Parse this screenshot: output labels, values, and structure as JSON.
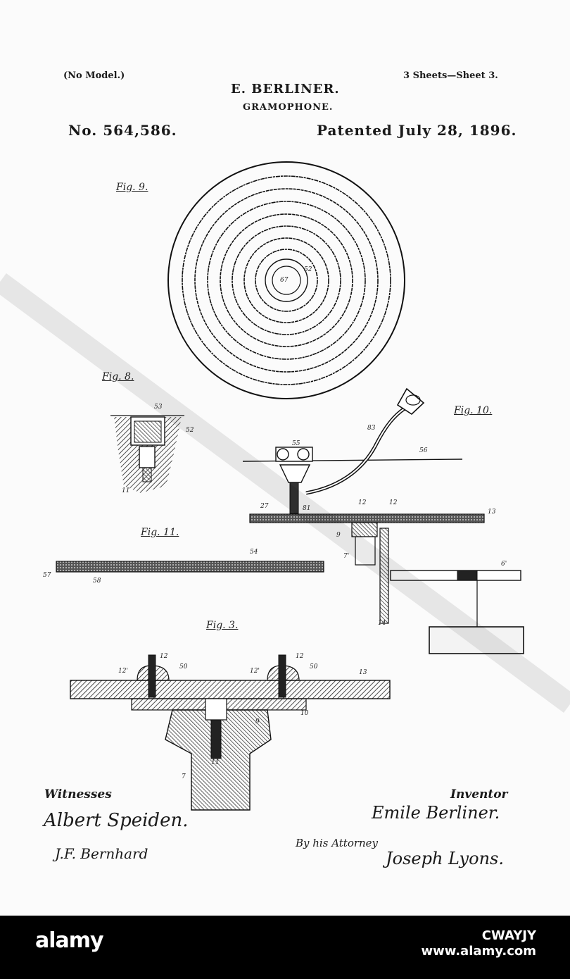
{
  "header": {
    "no_model": "(No Model.)",
    "sheets": "3 Sheets—Sheet 3.",
    "inventor_name": "E. BERLINER.",
    "title": "GRAMOPHONE.",
    "patent_number": "No. 564,586.",
    "patent_date": "Patented July 28, 1896."
  },
  "figures": {
    "fig9": "Fig. 9.",
    "fig8": "Fig. 8.",
    "fig10": "Fig. 10.",
    "fig11": "Fig. 11.",
    "fig3": "Fig. 3."
  },
  "reference_numbers": {
    "r67": "67",
    "r52": "52",
    "r53": "53",
    "r52b": "52",
    "r11": "11",
    "r55": "55",
    "r83": "83",
    "r56": "56",
    "r27": "27",
    "r81": "81",
    "r12a": "12",
    "r12b": "12",
    "r13": "13",
    "r9": "9",
    "r7": "7'",
    "r14": "14",
    "r6": "6'",
    "r54": "54",
    "r57": "57",
    "r58": "58",
    "f12a": "12'",
    "f12b": "12",
    "f12c": "12'",
    "f12d": "12",
    "f50a": "50",
    "f50b": "50",
    "f13": "13",
    "f10": "10",
    "f9": "9",
    "f11": "11",
    "f7": "7"
  },
  "signatures": {
    "witnesses_label": "Witnesses",
    "witness1": "Albert Speiden.",
    "witness2": "J.F. Bernhard",
    "inventor_label": "Inventor",
    "inventor_signature": "Emile Berliner.",
    "attorney_label": "By his Attorney",
    "attorney_signature": "Joseph Lyons."
  },
  "watermark": {
    "brand": "alamy",
    "image_code": "CWAYJY",
    "site": "www.alamy.com"
  }
}
